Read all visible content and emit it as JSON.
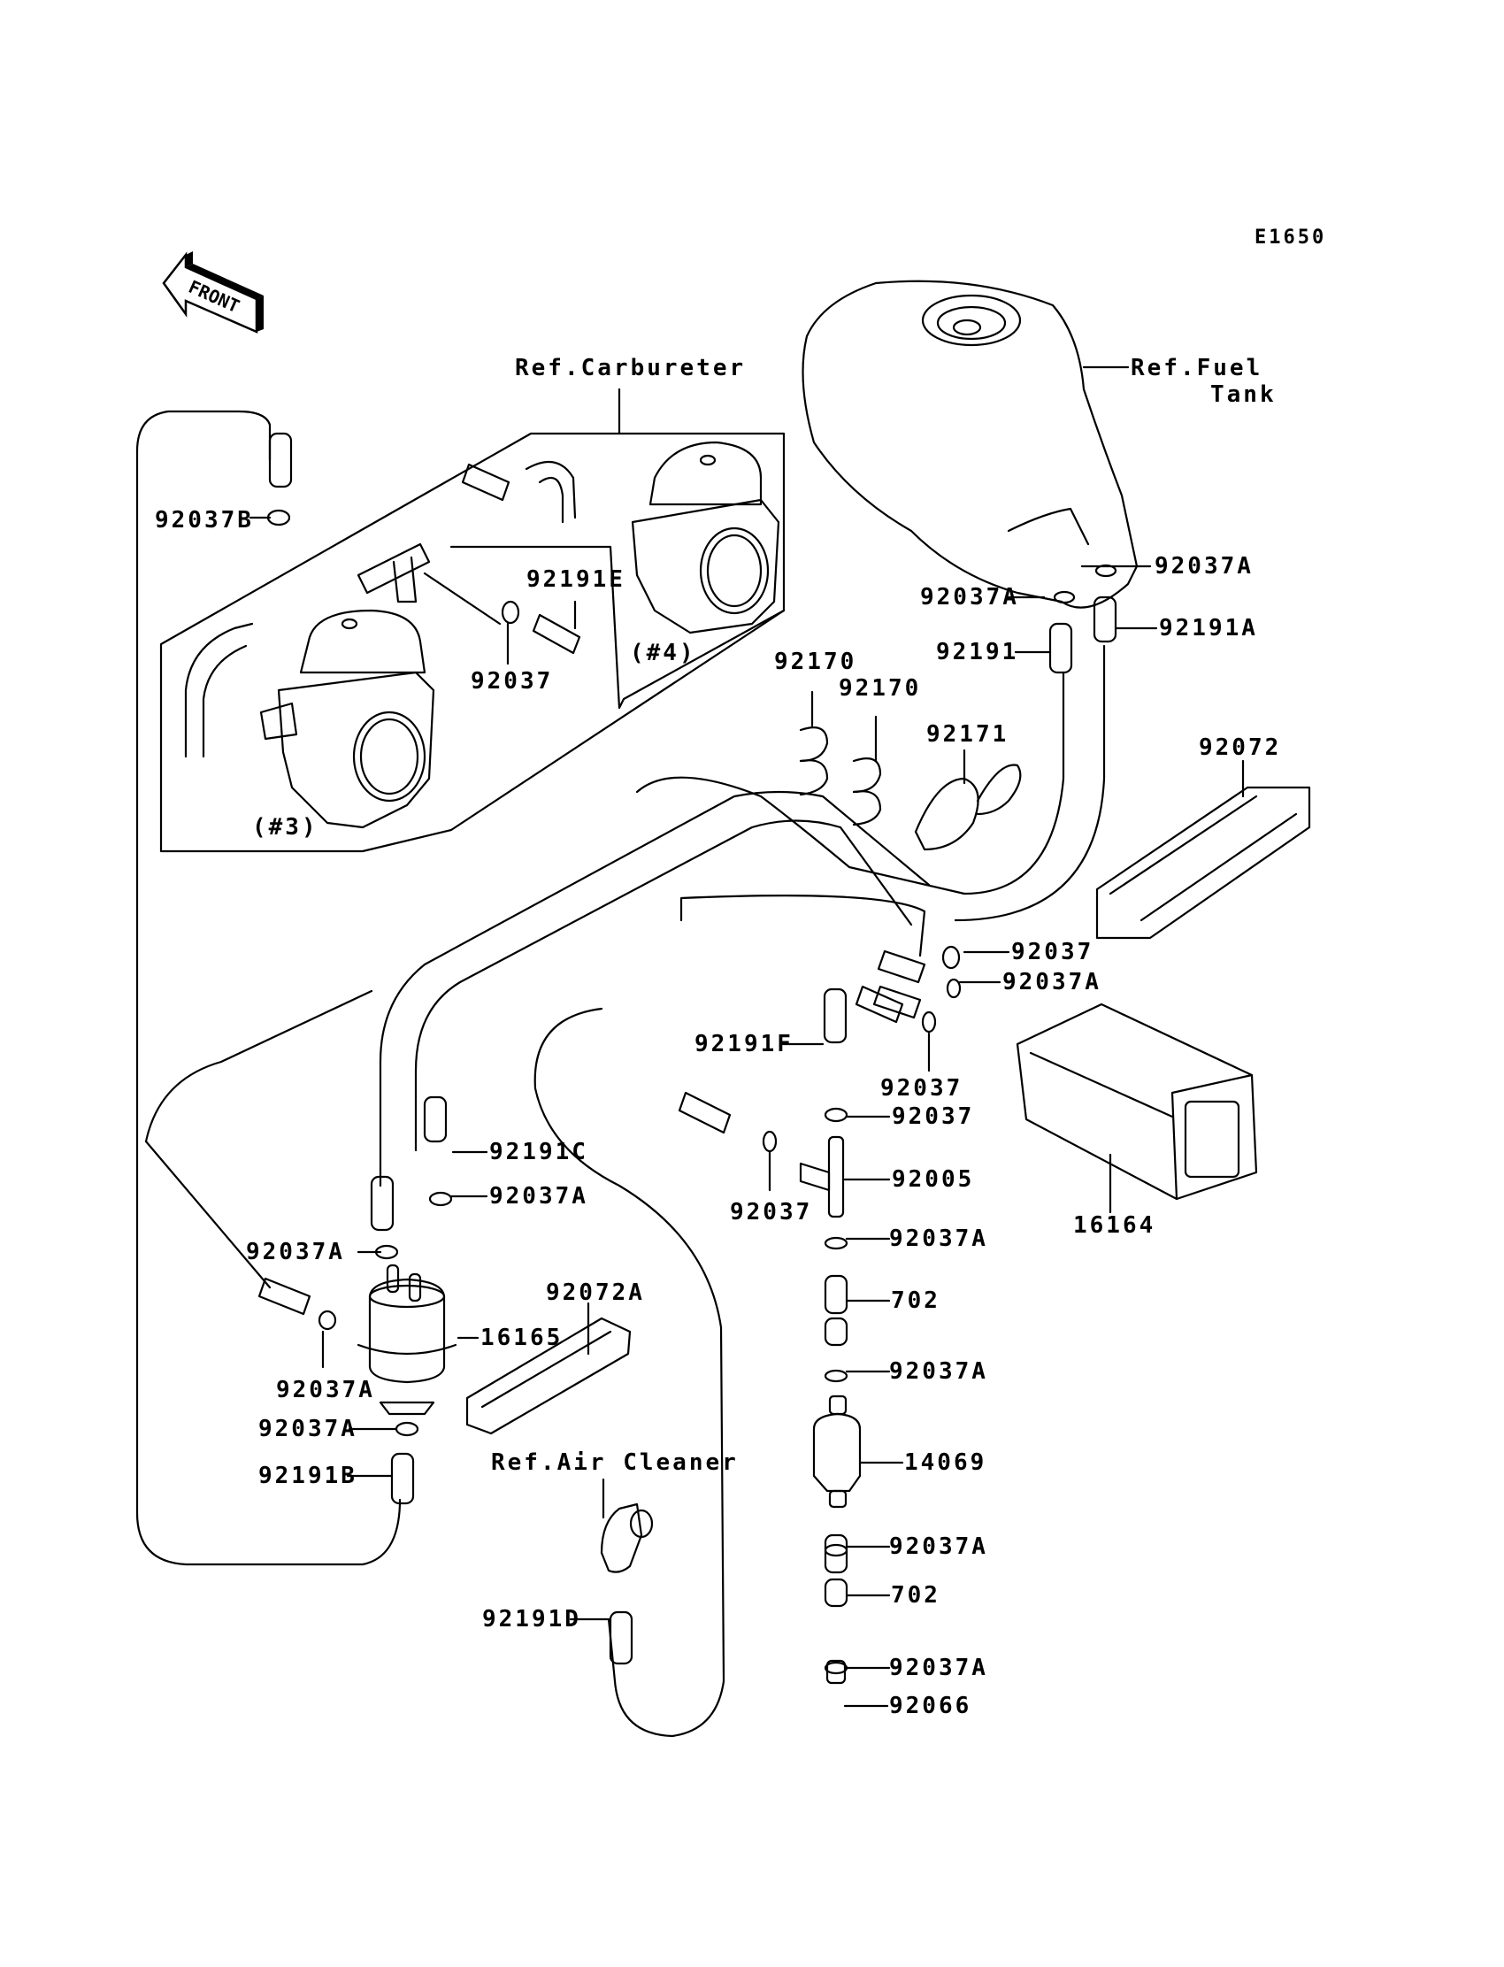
{
  "diagram": {
    "code": "E1650",
    "front_label": "FRONT",
    "references": {
      "carbureter": "Ref.Carbureter",
      "fuel_tank_line1": "Ref.Fuel",
      "fuel_tank_line2": "Tank",
      "air_cleaner": "Ref.Air Cleaner"
    },
    "carb_numbers": {
      "carb3": "(#3)",
      "carb4": "(#4)"
    },
    "parts": [
      {
        "id": "p1",
        "label": "92037B"
      },
      {
        "id": "p2",
        "label": "92191E"
      },
      {
        "id": "p3",
        "label": "92037"
      },
      {
        "id": "p4",
        "label": "92037A"
      },
      {
        "id": "p5",
        "label": "92037A"
      },
      {
        "id": "p6",
        "label": "92191"
      },
      {
        "id": "p7",
        "label": "92191A"
      },
      {
        "id": "p8",
        "label": "92170"
      },
      {
        "id": "p9",
        "label": "92170"
      },
      {
        "id": "p10",
        "label": "92171"
      },
      {
        "id": "p11",
        "label": "92072"
      },
      {
        "id": "p12",
        "label": "92037"
      },
      {
        "id": "p13",
        "label": "92037A"
      },
      {
        "id": "p14",
        "label": "92191F"
      },
      {
        "id": "p15",
        "label": "92037"
      },
      {
        "id": "p16",
        "label": "92037"
      },
      {
        "id": "p17",
        "label": "92005"
      },
      {
        "id": "p18",
        "label": "92037"
      },
      {
        "id": "p19",
        "label": "16164"
      },
      {
        "id": "p20",
        "label": "92191C"
      },
      {
        "id": "p21",
        "label": "92037A"
      },
      {
        "id": "p22",
        "label": "92037A"
      },
      {
        "id": "p23",
        "label": "16165"
      },
      {
        "id": "p24",
        "label": "92037A"
      },
      {
        "id": "p25",
        "label": "92072A"
      },
      {
        "id": "p26",
        "label": "92037A"
      },
      {
        "id": "p27",
        "label": "92191B"
      },
      {
        "id": "p28",
        "label": "92191D"
      },
      {
        "id": "p29",
        "label": "92037A"
      },
      {
        "id": "p30",
        "label": "702"
      },
      {
        "id": "p31",
        "label": "92037A"
      },
      {
        "id": "p32",
        "label": "14069"
      },
      {
        "id": "p33",
        "label": "92037A"
      },
      {
        "id": "p34",
        "label": "702"
      },
      {
        "id": "p35",
        "label": "92037A"
      },
      {
        "id": "p36",
        "label": "92066"
      }
    ]
  }
}
